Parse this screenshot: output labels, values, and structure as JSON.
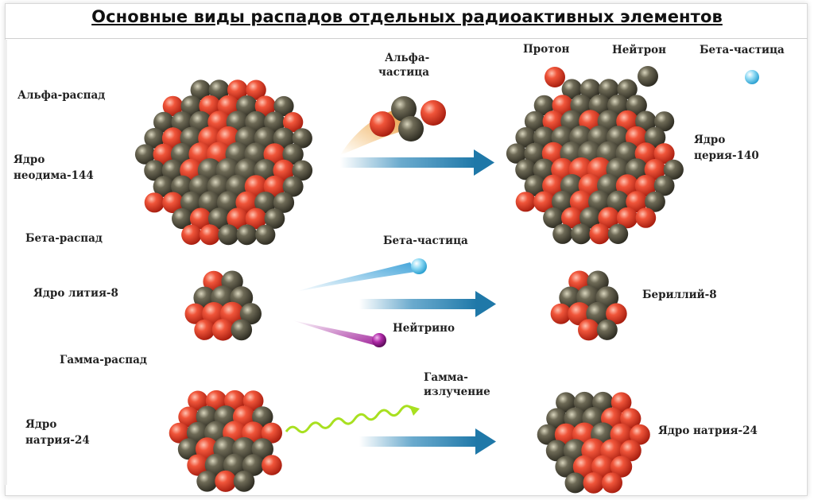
{
  "title": "Основные виды распадов отдельных радиоактивных элементов",
  "legend": {
    "proton": "Протон",
    "neutron": "Нейтрон",
    "beta": "Бета-частица"
  },
  "alpha": {
    "heading": "Альфа-распад",
    "parent_line1": "Ядро",
    "parent_line2": "неодима-144",
    "particle_line1": "Альфа-",
    "particle_line2": "частица",
    "product_line1": "Ядро",
    "product_line2": "церия-140"
  },
  "beta": {
    "heading": "Бета-распад",
    "parent": "Ядро лития-8",
    "particle": "Бета-частица",
    "neutrino": "Нейтрино",
    "product": "Бериллий-8"
  },
  "gamma": {
    "heading": "Гамма-распад",
    "parent_line1": "Ядро",
    "parent_line2": "натрия-24",
    "ray_line1": "Гамма-",
    "ray_line2": "излучение",
    "product": "Ядро натрия-24"
  },
  "colors": {
    "proton": "#e8402a",
    "neutron": "#5e5a48",
    "beta": "#7fd3f0",
    "neutrino": "#a0229a",
    "arrow": "#2b86b8",
    "gamma_wave": "#a8e020",
    "alpha_trail": "#f0a020"
  },
  "icons": {
    "proton": "red-sphere",
    "neutron": "dark-olive-sphere",
    "beta": "light-blue-sphere"
  }
}
